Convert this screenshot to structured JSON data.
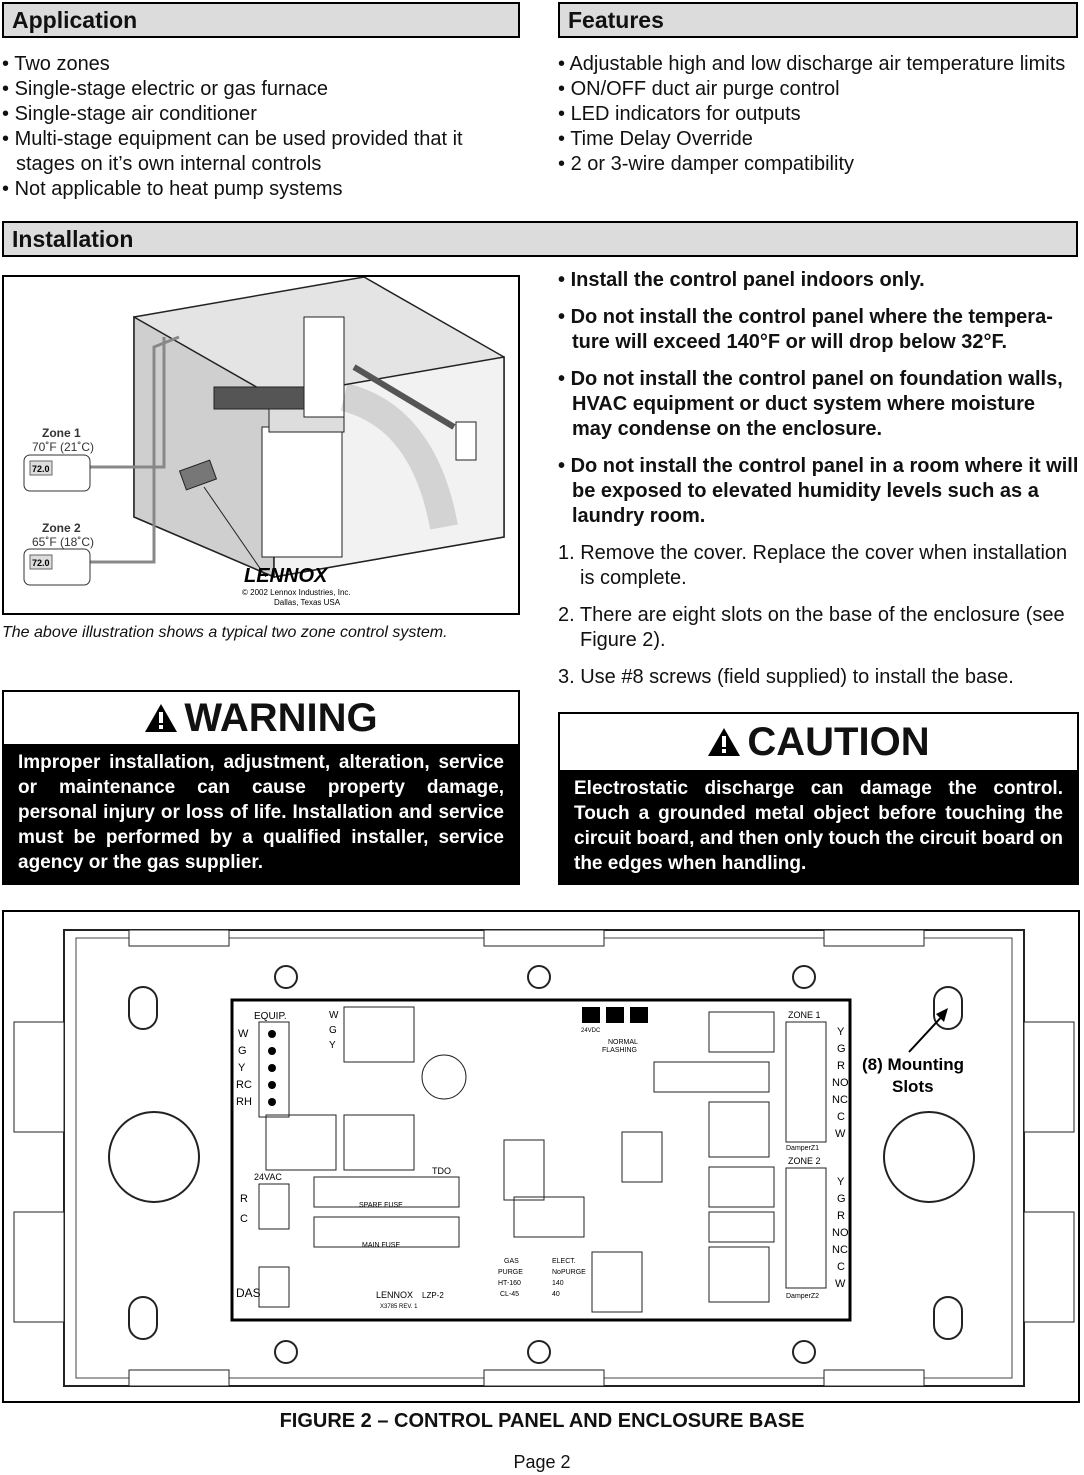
{
  "application": {
    "heading": "Application",
    "items": [
      "Two zones",
      "Single-stage electric or gas furnace",
      "Single-stage air conditioner",
      "Multi-stage equipment can be used provided that it stages on it’s own internal controls",
      "Not applicable to heat pump systems"
    ]
  },
  "features": {
    "heading": "Features",
    "items": [
      "Adjustable high and low discharge air temperature limits",
      "ON/OFF duct air purge control",
      "LED indicators for outputs",
      "Time Delay Override",
      "2 or 3-wire damper compatibility"
    ]
  },
  "installation": {
    "heading": "Installation",
    "illustration": {
      "zone1_label": "Zone 1",
      "zone1_temp": "70˚F (21˚C)",
      "zone2_label": "Zone 2",
      "zone2_temp": "65˚F (18˚C)",
      "thermostat_display": "72.0",
      "logo": "LENNOX",
      "copyright": "© 2002 Lennox Industries, Inc.",
      "city": "Dallas, Texas USA"
    },
    "caption": "The above illustration shows a typical two zone control system.",
    "bold_items": [
      "Install the control panel indoors only.",
      "Do not install the control panel where the tempera-ture will exceed 140°F or will drop below 32°F.",
      "Do not install the control panel on foundation walls, HVAC equipment or duct system where moisture may condense on the enclosure.",
      "Do not install the control panel in a room where it will be exposed to elevated humidity levels such as a laundry room."
    ],
    "steps": [
      "1. Remove the cover. Replace the cover when installation is complete.",
      "2. There are eight slots on the base of the enclosure (see Figure 2).",
      "3. Use #8 screws (field supplied) to install the base."
    ]
  },
  "warning": {
    "title": "WARNING",
    "text": "Improper installation, adjustment, alteration, service or maintenance can cause property damage, personal injury or loss of life. Installation and service must be performed by a qualified installer, service agency or the gas supplier."
  },
  "caution": {
    "title": "CAUTION",
    "text": "Electrostatic discharge can damage the control. Touch a grounded metal object before touching the circuit board, and then only touch the circuit board on the edges when handling."
  },
  "figure": {
    "equip_label": "EQUIP.",
    "equip_terminals": [
      "W",
      "G",
      "Y",
      "RC",
      "RH"
    ],
    "relay_labels": [
      "W",
      "G",
      "Y"
    ],
    "vac_label": "24VAC",
    "vac_terminals": [
      "R",
      "C"
    ],
    "das_label": "DAS",
    "spare_fuse": "SPARE FUSE",
    "main_fuse": "MAIN FUSE",
    "tdo": "TDO",
    "lennox": "LENNOX",
    "model": "LZP-2",
    "rev": "X3785 REV. 1",
    "normal": "NORMAL",
    "flashing": "FLASHING",
    "v24": "24VDC",
    "zone1": "ZONE 1",
    "zone2": "ZONE 2",
    "zone_terminals": [
      "Y",
      "G",
      "R",
      "NO",
      "NC",
      "C",
      "W"
    ],
    "damper1": "DamperZ1",
    "damper2": "DamperZ2",
    "switch_left": [
      "GAS",
      "PURGE",
      "HT-160",
      "CL-45"
    ],
    "switch_right": [
      "ELECT.",
      "NoPURGE",
      "140",
      "40"
    ],
    "callout_line1": "(8) Mounting",
    "callout_line2": "Slots",
    "caption": "FIGURE 2 – CONTROL PANEL AND ENCLOSURE BASE"
  },
  "page": "Page 2"
}
